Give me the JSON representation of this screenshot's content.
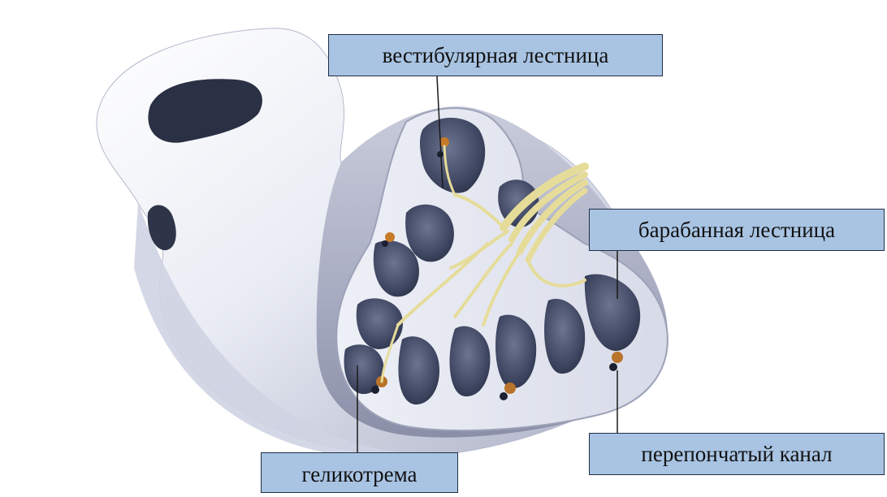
{
  "labels": {
    "vestibular": "вестибулярная лестница",
    "tympanic": "барабанная лестница",
    "membranous": "перепончатый канал",
    "helicotrema": "геликотрема"
  },
  "colors": {
    "label_fill": "#a9c4e3",
    "label_border": "#1f2f45",
    "bone": "#e8ebf3",
    "bone_shadow": "#9aa0b8",
    "canal_dark": "#3a4256",
    "nerve": "#e6dc9a"
  }
}
